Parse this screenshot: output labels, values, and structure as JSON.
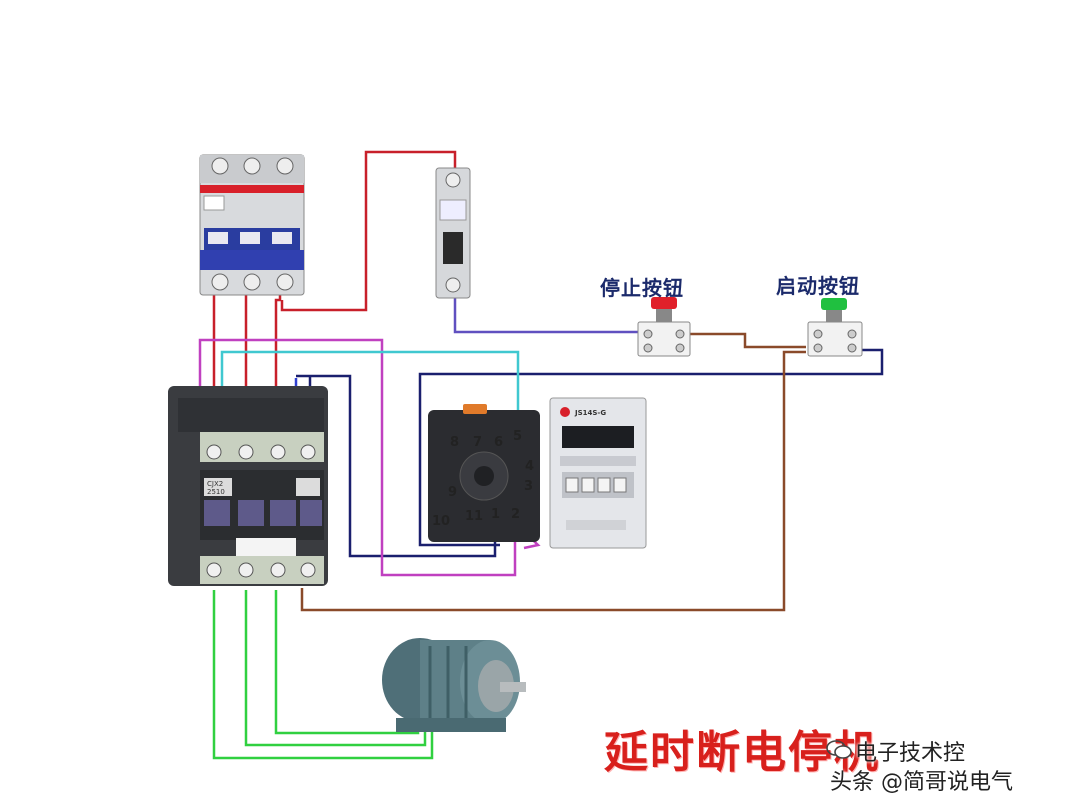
{
  "title": "延时断电停机",
  "labels": {
    "stop_button": "停止按钮",
    "start_button": "启动按钮"
  },
  "timer_relay": {
    "model": "JS14S-G",
    "socket_pins": [
      "1",
      "2",
      "3",
      "4",
      "5",
      "6",
      "7",
      "8",
      "9",
      "10",
      "11"
    ]
  },
  "contactor": {
    "model": "CJX2\n2510"
  },
  "watermark": {
    "line1": "电子技术控",
    "line2": "头条 @简哥说电气"
  },
  "colors": {
    "red_wire": "#c8202a",
    "magenta_wire": "#c040c0",
    "cyan_wire": "#40c8d0",
    "navy_wire": "#1a1f6e",
    "purple_wire": "#6050c0",
    "brown_wire": "#8a4a2a",
    "green_wire": "#30d040",
    "title_red": "#d8201c",
    "stop_red": "#e0202a",
    "start_green": "#20c040"
  }
}
